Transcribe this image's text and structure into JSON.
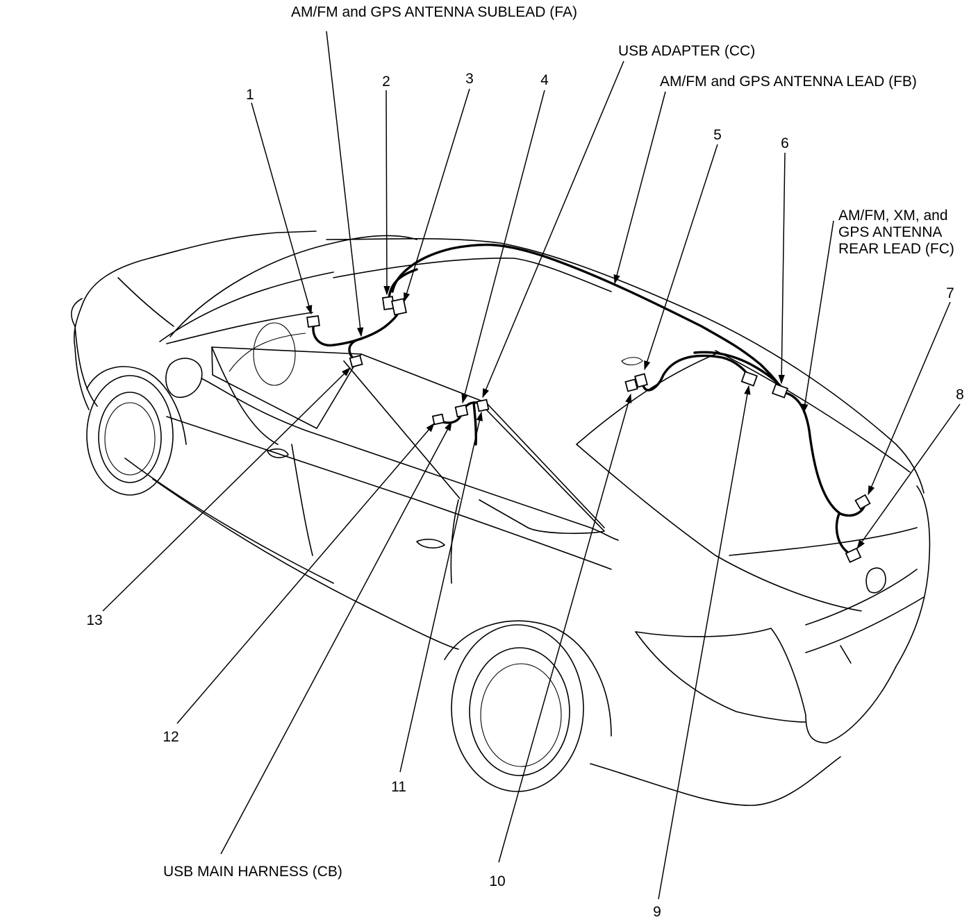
{
  "callouts": {
    "antenna_sublead_fa": "AM/FM and GPS ANTENNA SUBLEAD (FA)",
    "usb_adapter_cc": "USB ADAPTER (CC)",
    "antenna_lead_fb": "AM/FM and GPS ANTENNA LEAD (FB)",
    "rear_lead_fc": [
      "AM/FM, XM, and",
      "GPS ANTENNA",
      "REAR LEAD (FC)"
    ],
    "usb_main_harness_cb": "USB MAIN HARNESS (CB)"
  },
  "numbers": [
    "1",
    "2",
    "3",
    "4",
    "5",
    "6",
    "7",
    "8",
    "9",
    "10",
    "11",
    "12",
    "13"
  ]
}
